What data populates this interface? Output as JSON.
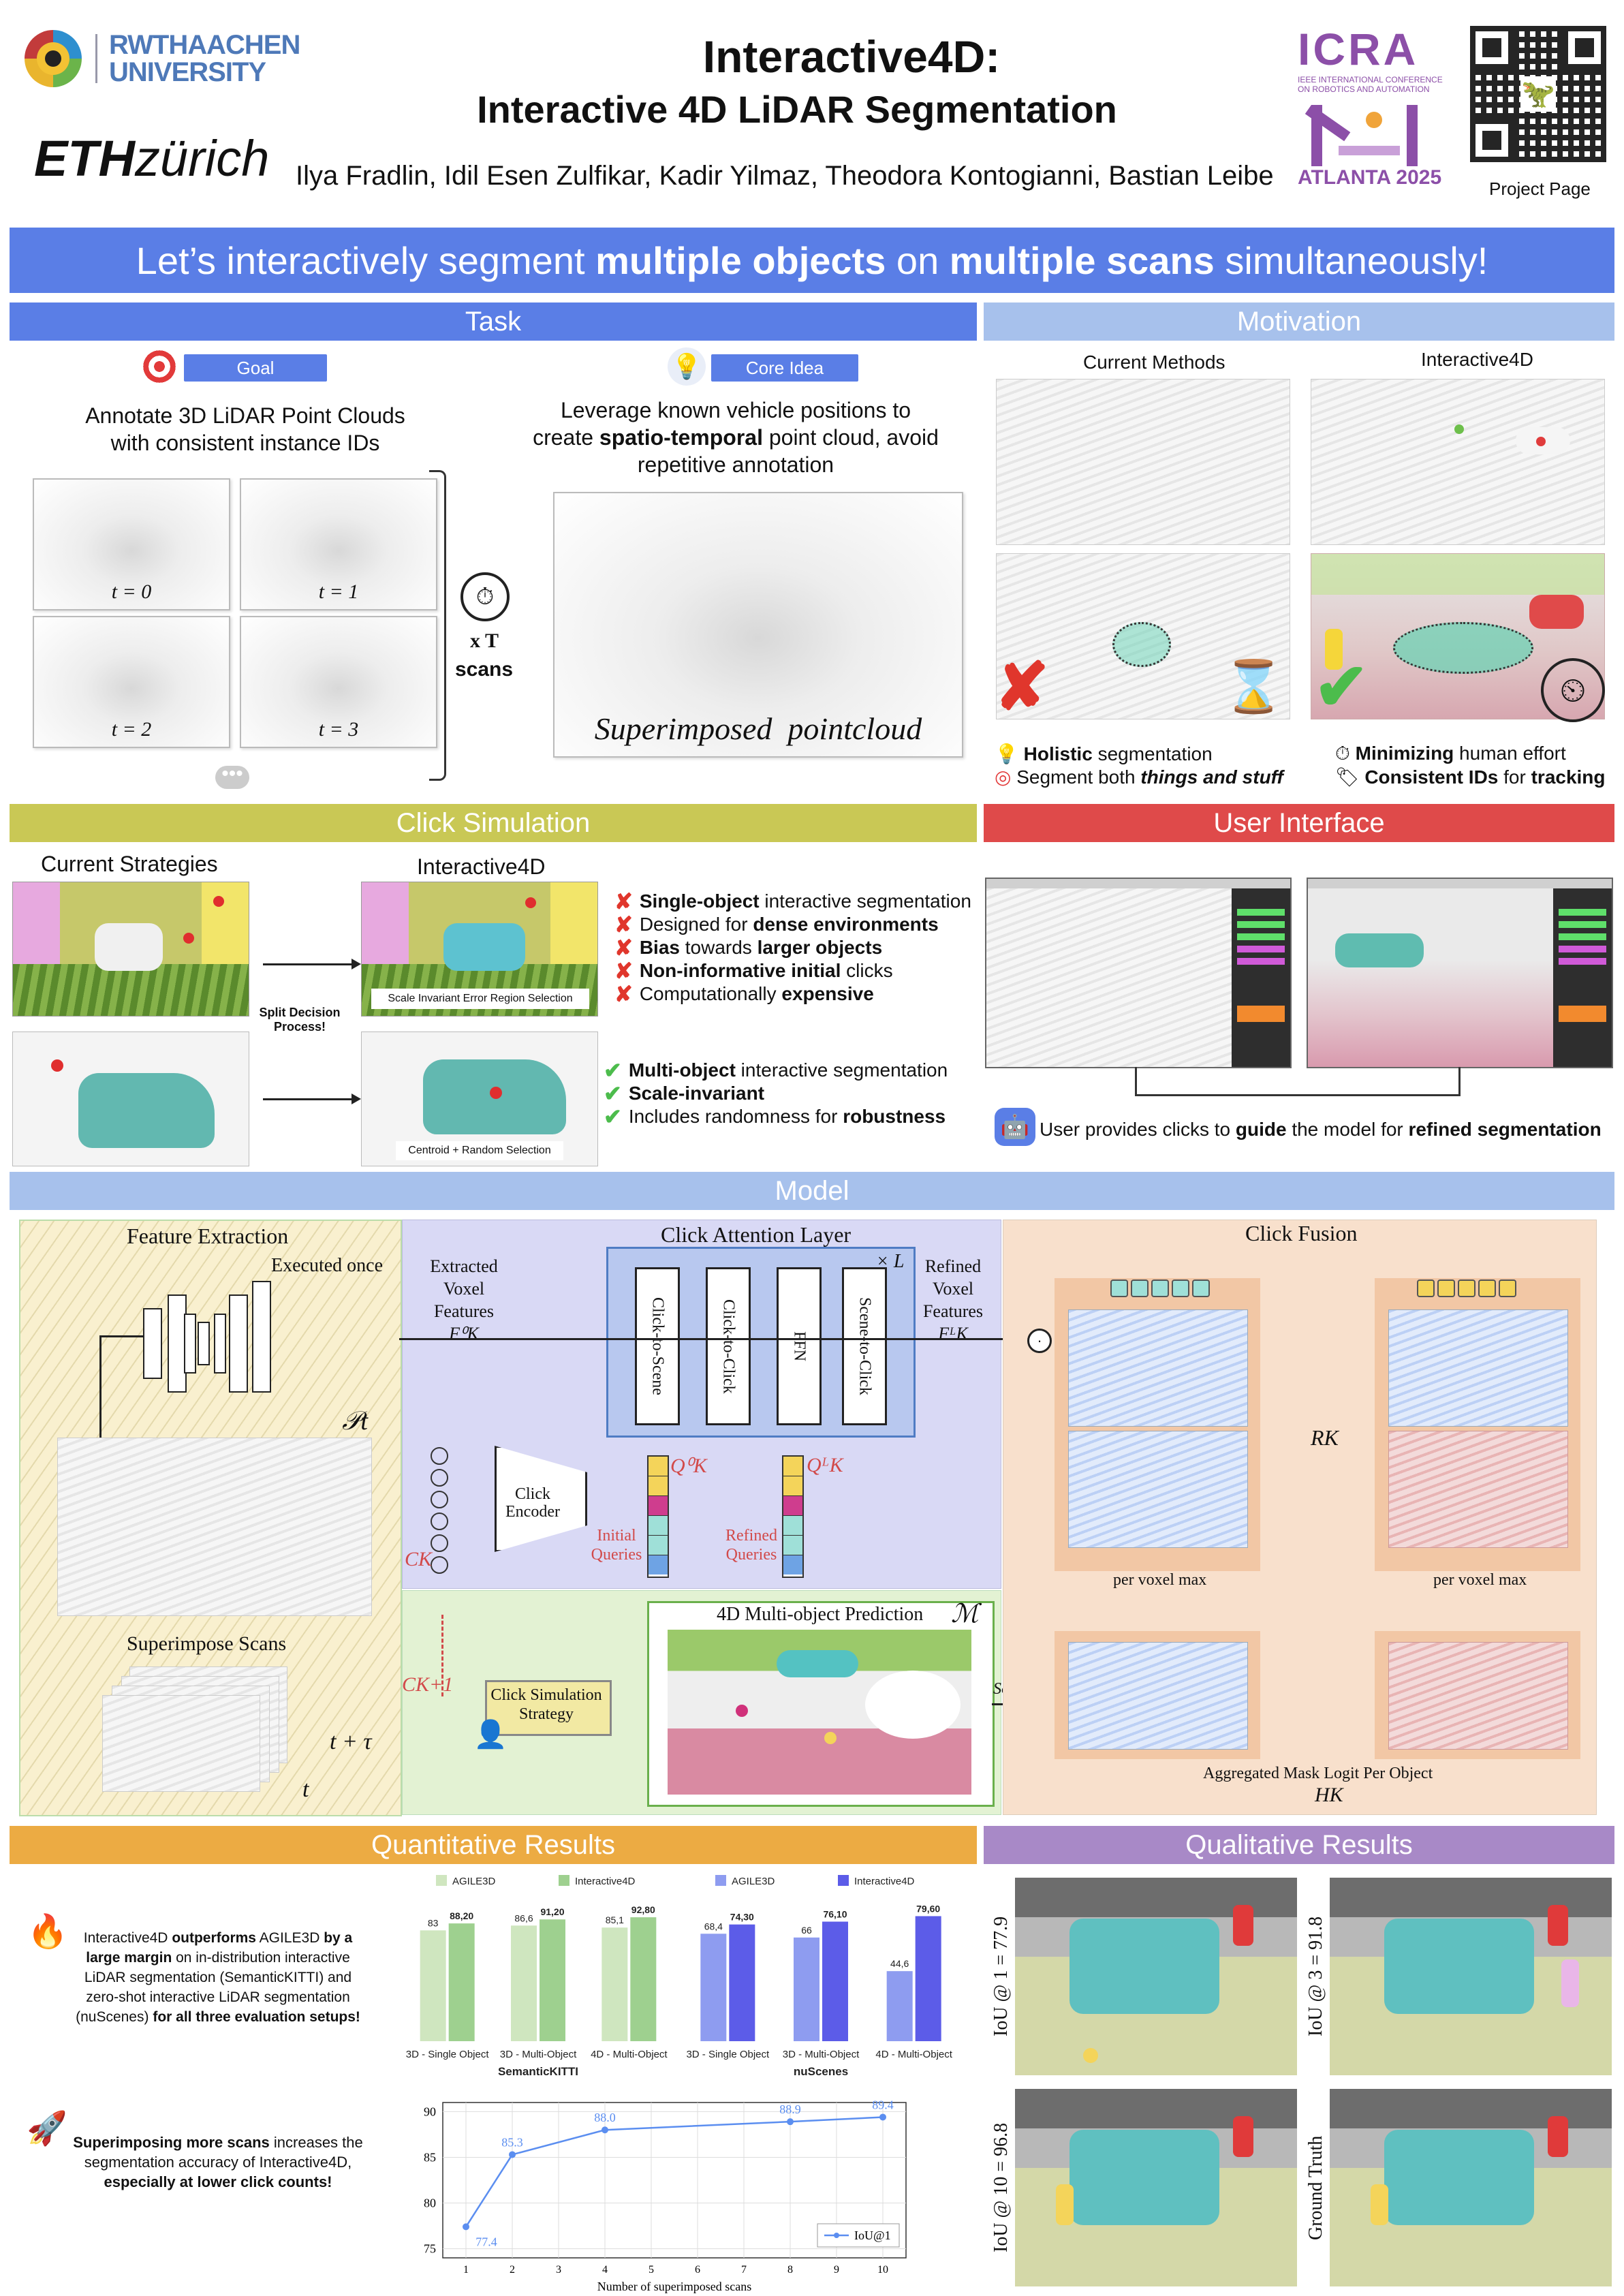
{
  "header": {
    "title": "Interactive4D:",
    "subtitle": "Interactive 4D LiDAR Segmentation",
    "authors": "Ilya Fradlin, Idil Esen Zulfikar, Kadir Yilmaz, Theodora Kontogianni, Bastian Leibe",
    "rwth_line1": "RWTHAACHEN",
    "rwth_line2": "UNIVERSITY",
    "eth_bold": "ETH",
    "eth_light": "zürich",
    "icra_logo": "ICRA",
    "icra_full": "IEEE INTERNATIONAL CONFERENCE ON ROBOTICS AND AUTOMATION",
    "icra_city": "ATLANTA 2025",
    "project_page": "Project Page"
  },
  "banner": {
    "part1": "Let’s interactively segment ",
    "bold1": "multiple objects",
    "part2": " on ",
    "bold2": "multiple scans",
    "part3": " simultaneously!"
  },
  "task": {
    "header": "Task",
    "goal_label": "Goal",
    "goal_text1": "Annotate 3D LiDAR Point Clouds",
    "goal_text2": "with consistent instance IDs",
    "scan_labels": [
      "t = 0",
      "t = 1",
      "t = 2",
      "t = 3"
    ],
    "xT": "x T",
    "scans": "scans",
    "core_label": "Core Idea",
    "core_text1": "Leverage known vehicle positions to",
    "core_text2a": "create ",
    "core_text2b": "spatio-temporal",
    "core_text2c": " point cloud, avoid",
    "core_text3": "repetitive annotation",
    "superimposed": "Superimposed  pointcloud"
  },
  "motivation": {
    "header": "Motivation",
    "col1": "Current Methods",
    "col2": "Interactive4D",
    "b1_bold": "Holistic",
    "b1_rest": " segmentation",
    "b2_a": "Segment both ",
    "b2_b": "things and stuff",
    "b3_bold": "Minimizing",
    "b3_rest": " human effort",
    "b4_bold": "Consistent IDs",
    "b4_mid": " for ",
    "b4_bold2": "tracking"
  },
  "click_sim": {
    "header": "Click Simulation",
    "col1": "Current Strategies",
    "col2": "Interactive4D",
    "split": "Split Decision Process!",
    "caption1": "Scale Invariant Error Region Selection",
    "caption2": "Centroid + Random Selection",
    "x_items": [
      {
        "bold": "Single-object",
        "rest": " interactive segmentation"
      },
      {
        "bold": "",
        "rest": "Designed for ",
        "bold2": "dense environments"
      },
      {
        "bold": "Bias",
        "rest": " towards ",
        "bold2": "larger objects"
      },
      {
        "bold": "Non-informative initial",
        "rest": " clicks"
      },
      {
        "bold": "",
        "rest": "Computationally ",
        "bold2": "expensive"
      }
    ],
    "c_items": [
      {
        "bold": "Multi-object",
        "rest": " interactive segmentation"
      },
      {
        "bold": "Scale-invariant",
        "rest": ""
      },
      {
        "bold": "",
        "rest": "Includes randomness for ",
        "bold2": "robustness"
      }
    ]
  },
  "ui": {
    "header": "User Interface",
    "text_a": "User provides clicks to ",
    "text_b": "guide",
    "text_c": " the model for ",
    "text_d": "refined segmentation"
  },
  "model": {
    "header": "Model",
    "feature_extraction": "Feature Extraction",
    "executed_once": "Executed once",
    "pt": "𝒫t",
    "superimpose": "Superimpose Scans",
    "t_tau": "t + τ",
    "t": "t",
    "cal": "Click Attention Layer",
    "times_L": "× L",
    "extracted": [
      "Extracted",
      "Voxel",
      "Features",
      "F⁰K"
    ],
    "refined_f": [
      "Refined",
      "Voxel",
      "Features",
      "FᴸK"
    ],
    "blocks": [
      "Click-to-Scene",
      "Click-to-Click",
      "FFN",
      "Scene-to-Click"
    ],
    "click_encoder": [
      "Click",
      "Encoder"
    ],
    "initial_q": [
      "Initial",
      "Queries"
    ],
    "refined_q": [
      "Refined",
      "Queries"
    ],
    "q0": "Q⁰K",
    "qL": "QᴸK",
    "ck": "CK",
    "ck1": "CK+1",
    "css": [
      "Click Simulation",
      "Strategy"
    ],
    "pred": "4D Multi-object Prediction",
    "m": "ℳ",
    "softmax": "Softmax",
    "fusion": "Click Fusion",
    "rk": "RK",
    "per_voxel": "per voxel max",
    "agg": "Aggregated Mask Logit Per Object",
    "hk": "HK"
  },
  "quant": {
    "header": "Quantitative Results",
    "text1_a": "Interactive4D ",
    "text1_b": "outperforms",
    "text1_c": " AGILE3D ",
    "text1_d": "by a large margin",
    "text1_e": " on in-distribution interactive LiDAR segmentation (SemanticKITTI) and zero-shot interactive LiDAR segmentation (nuScenes) ",
    "text1_f": "for all three evaluation setups!",
    "text2_a": "Superimposing more scans",
    "text2_b": " increases the segmentation accuracy of Interactive4D, ",
    "text2_c": "especially at lower click counts!"
  },
  "qual": {
    "header": "Qualitative Results",
    "labels": [
      "IoU @ 1 = 77.9",
      "IoU @ 3 = 91.8",
      "IoU @ 10 = 96.8",
      "Ground Truth"
    ]
  },
  "chart_data": [
    {
      "type": "bar",
      "title": "",
      "xlabel": "SemanticKITTI",
      "categories": [
        "3D - Single Object",
        "3D - Multi-Object",
        "4D - Multi-Object"
      ],
      "series": [
        {
          "name": "AGILE3D",
          "values": [
            83,
            86.6,
            85.1
          ],
          "labels": [
            "83",
            "86,6",
            "85,1"
          ],
          "color": "#cfe6bf"
        },
        {
          "name": "Interactive4D",
          "values": [
            88.2,
            91.2,
            92.8
          ],
          "labels": [
            "88,20",
            "91,20",
            "92,80"
          ],
          "color": "#9ed08f"
        }
      ],
      "ylim": [
        0,
        100
      ]
    },
    {
      "type": "bar",
      "title": "",
      "xlabel": "nuScenes",
      "categories": [
        "3D - Single Object",
        "3D - Multi-Object",
        "4D - Multi-Object"
      ],
      "series": [
        {
          "name": "AGILE3D",
          "values": [
            68.4,
            66,
            44.6
          ],
          "labels": [
            "68,4",
            "66",
            "44,6"
          ],
          "color": "#8e9cf0"
        },
        {
          "name": "Interactive4D",
          "values": [
            74.3,
            76.1,
            79.6
          ],
          "labels": [
            "74,30",
            "76,10",
            "79,60"
          ],
          "color": "#5c5ce8"
        }
      ],
      "ylim": [
        0,
        85
      ]
    },
    {
      "type": "line",
      "xlabel": "Number of superimposed scans",
      "ylabel": "",
      "x": [
        1,
        2,
        4,
        8,
        10
      ],
      "series": [
        {
          "name": "IoU@1",
          "values": [
            77.4,
            85.3,
            88.0,
            88.9,
            89.4
          ],
          "labels": [
            "77.4",
            "85.3",
            "88.0",
            "88.9",
            "89.4"
          ]
        }
      ],
      "xticks": [
        1,
        2,
        3,
        4,
        5,
        6,
        7,
        8,
        9,
        10
      ],
      "yticks": [
        75,
        80,
        85,
        90
      ],
      "xlim": [
        0.5,
        10.5
      ],
      "ylim": [
        74,
        91
      ],
      "grid": true,
      "legend": "bottom-right"
    }
  ]
}
